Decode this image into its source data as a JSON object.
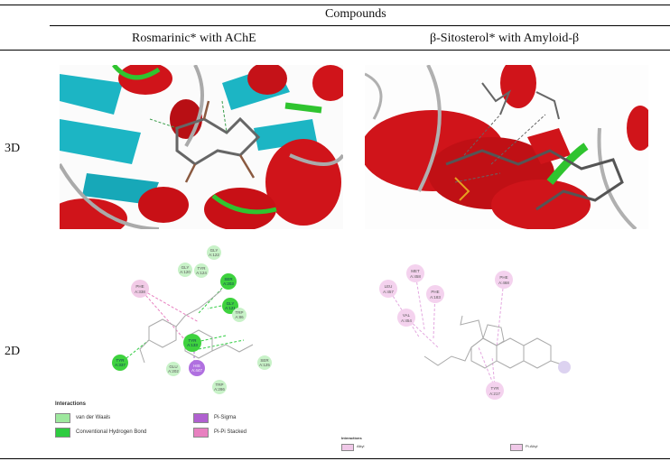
{
  "table": {
    "header_group": "Compounds",
    "col1": "Rosmarinic* with AChE",
    "col2": "β-Sitosterol* with Amyloid-β",
    "row1_label": "3D",
    "row2_label": "2D"
  },
  "legend_left": {
    "title": "Interactions",
    "items": [
      "van der Waals",
      "Conventional Hydrogen Bond",
      "Pi-Sigma",
      "Pi-Pi Stacked"
    ],
    "colors": [
      "#9ee89e",
      "#2ecc40",
      "#b060d0",
      "#e880c0"
    ]
  },
  "legend_right": {
    "title": "Interactions",
    "items": [
      "Alkyl",
      "Pi-Alkyl"
    ],
    "colors": [
      "#f0c8e8",
      "#f0c8e8"
    ]
  },
  "residues_left": [
    "PHE A:338",
    "GLY A:120",
    "TYR A:124",
    "SER A:203",
    "GLY A:122",
    "HIS A:447",
    "TRP A:86",
    "TYR A:337",
    "TYR A:133",
    "GLU A:202",
    "GLY A:121",
    "SER A:125",
    "TRP A:286"
  ],
  "residues_right": [
    "MET A:458",
    "LEU A:457",
    "PHE A:183",
    "VAL A:454",
    "PHE A:468",
    "TYR A:217"
  ]
}
